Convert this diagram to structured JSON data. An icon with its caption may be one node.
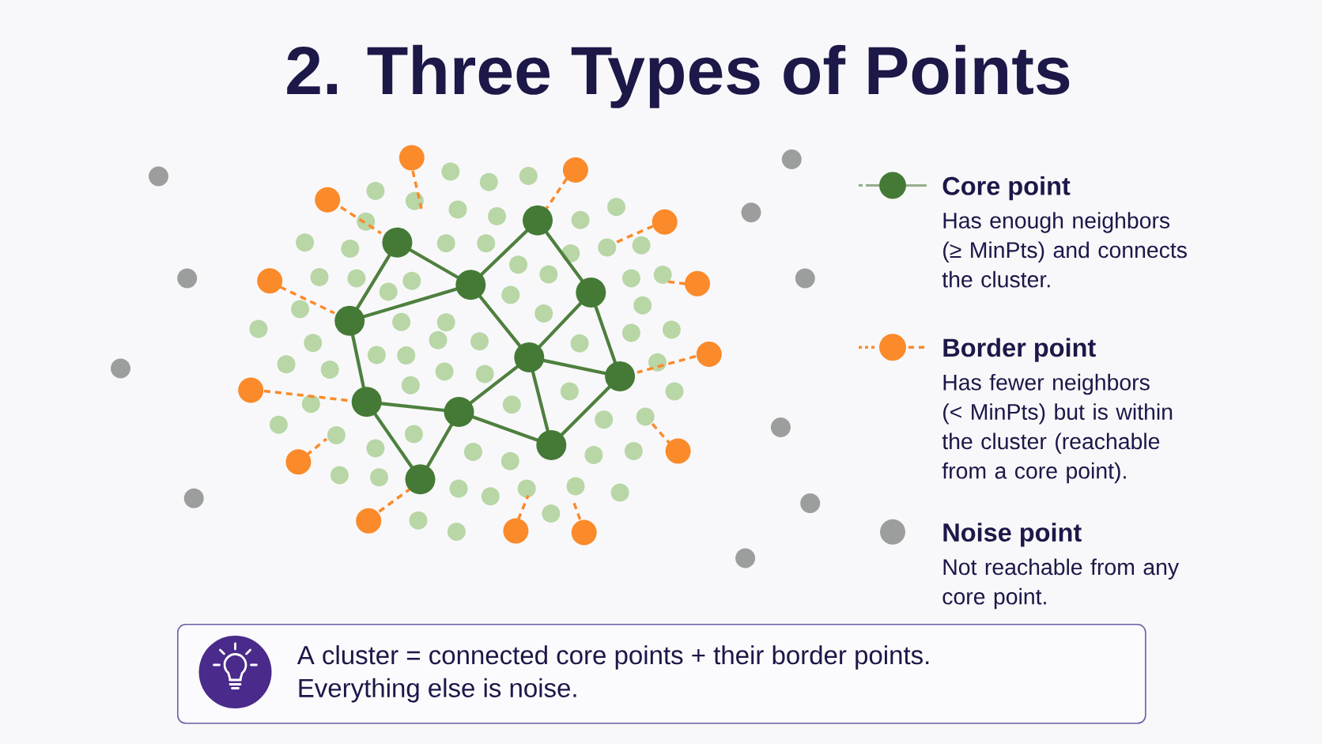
{
  "diagram": {
    "title": "2. Three Types of Points",
    "nodes": [
      {
        "text": [
          "A cluster = connected core points + their border points. Everything else is noise."
        ]
      }
    ],
    "labels": [
      "Has enough neighbors (≥ MinPts) and connects the cluster.",
      "Has fewer neighbors (< MinPts) but is within the cluster (reachable from a core point).",
      "Not reachable from any core point."
    ],
    "legend": [
      {
        "text": "Core point"
      },
      {
        "text": "Border point"
      },
      {
        "text": "Noise point"
      }
    ]
  }
}
